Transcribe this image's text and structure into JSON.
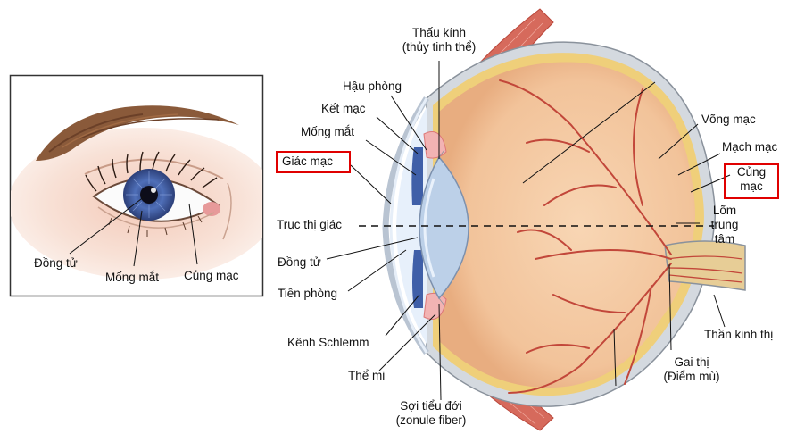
{
  "front_view": {
    "labels": {
      "pupil": "Đồng tử",
      "iris": "Mống mắt",
      "sclera": "Củng mạc"
    }
  },
  "cross_section": {
    "labels": {
      "lens_line1": "Thấu kính",
      "lens_line2": "(thủy tinh thể)",
      "posterior_chamber": "Hậu phòng",
      "conjunctiva": "Kết mạc",
      "iris": "Mống mắt",
      "cornea": "Giác mạc",
      "visual_axis": "Trục thị giác",
      "pupil": "Đồng tử",
      "anterior_chamber": "Tiền phòng",
      "schlemm_canal": "Kênh Schlemm",
      "ciliary_body": "Thể mi",
      "zonule_line1": "Sợi tiểu đới",
      "zonule_line2": "(zonule fiber)",
      "retina": "Võng mạc",
      "choroid": "Mạch mạc",
      "sclera_line1": "Củng",
      "sclera_line2": "mạc",
      "fovea_line1": "Lõm",
      "fovea_line2": "trung",
      "fovea_line3": "tâm",
      "optic_nerve": "Thần kinh thị",
      "optic_disc_line1": "Gai thị",
      "optic_disc_line2": "(Điểm mù)"
    },
    "highlighted_terms": [
      "Giác mạc",
      "Củng mạc"
    ]
  },
  "colors": {
    "highlight": "#e00000",
    "vitreous": "#f3c8a0",
    "vessels": "#c2473a",
    "iris": "#3f5fa8",
    "muscle": "#d66a5c",
    "sclera": "#d4d9df"
  }
}
